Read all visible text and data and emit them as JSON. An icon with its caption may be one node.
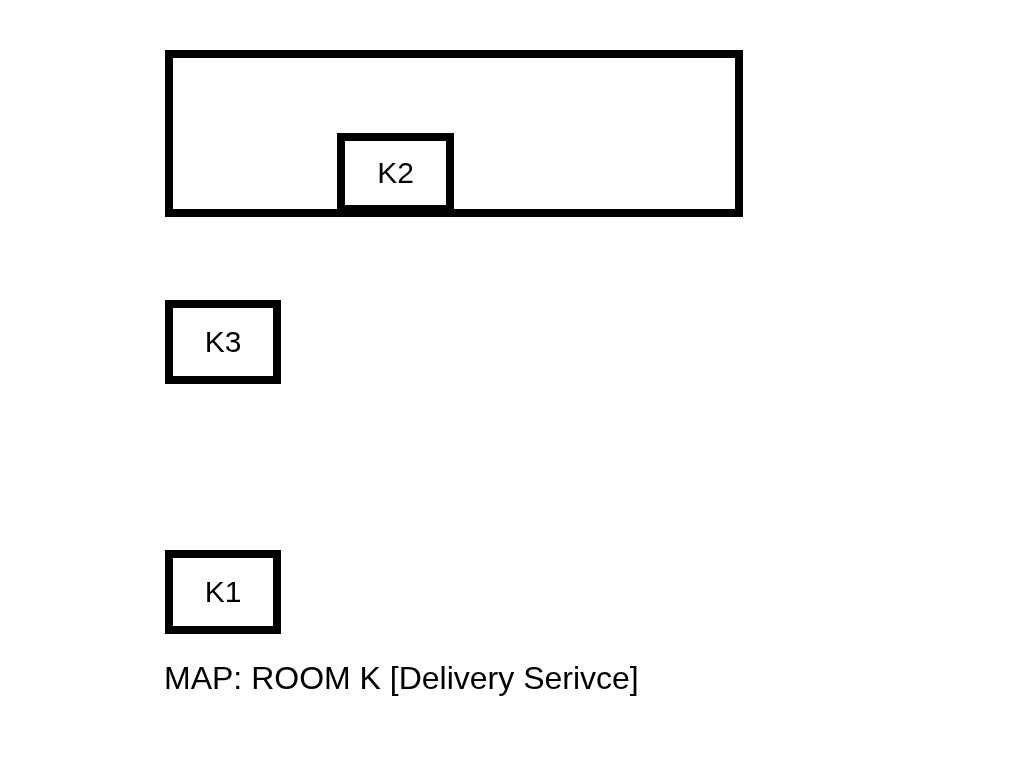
{
  "diagram": {
    "caption": "MAP: ROOM K [Delivery Serivce]",
    "nodes": [
      {
        "text": [],
        "shape": "box"
      },
      {
        "text": [
          "K2"
        ],
        "in": 0
      },
      {
        "text": [
          "K3"
        ]
      },
      {
        "text": [
          "K1"
        ]
      }
    ]
  }
}
